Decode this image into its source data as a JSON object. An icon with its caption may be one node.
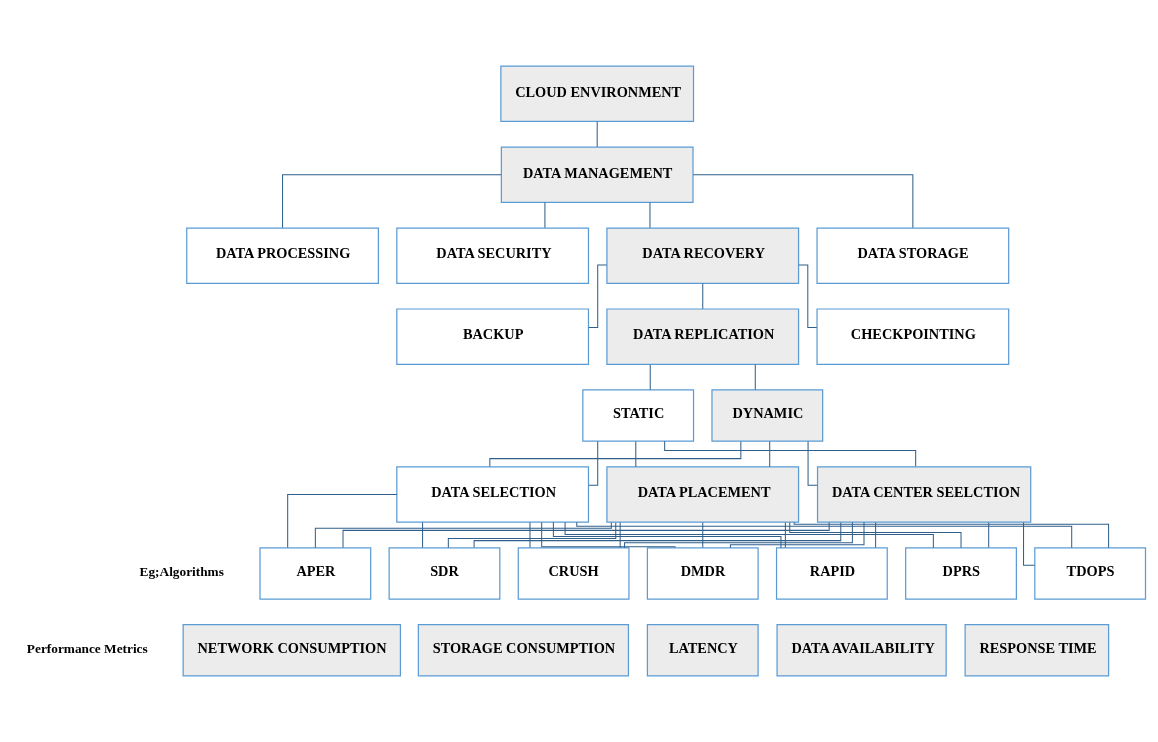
{
  "diagram": {
    "nodes": [
      {
        "text": [
          "CLOUD ENVIRONMENT"
        ]
      },
      {
        "text": [
          "DATA MANAGEMENT"
        ]
      },
      {
        "text": [
          "DATA PROCESSING"
        ]
      },
      {
        "text": [
          "DATA SECURITY"
        ]
      },
      {
        "text": [
          "DATA RECOVERY"
        ]
      },
      {
        "text": [
          "DATA STORAGE"
        ]
      },
      {
        "text": [
          "BACKUP"
        ]
      },
      {
        "text": [
          "DATA REPLICATION"
        ]
      },
      {
        "text": [
          "CHECKPOINTING"
        ]
      },
      {
        "text": [
          "STATIC"
        ]
      },
      {
        "text": [
          "DYNAMIC"
        ]
      },
      {
        "text": [
          "DATA SELECTION"
        ]
      },
      {
        "text": [
          "DATA PLACEMENT"
        ]
      },
      {
        "text": [
          "DATA CENTER SEELCTION"
        ]
      },
      {
        "text": [
          "APER"
        ]
      },
      {
        "text": [
          "SDR"
        ]
      },
      {
        "text": [
          "CRUSH"
        ]
      },
      {
        "text": [
          "DMDR"
        ]
      },
      {
        "text": [
          "RAPID"
        ]
      },
      {
        "text": [
          "DPRS"
        ]
      },
      {
        "text": [
          "TDOPS"
        ]
      },
      {
        "text": [
          "NETWORK CONSUMPTION"
        ]
      },
      {
        "text": [
          "STORAGE CONSUMPTION"
        ]
      },
      {
        "text": [
          "LATENCY"
        ]
      },
      {
        "text": [
          "DATA AVAILABILITY"
        ]
      },
      {
        "text": [
          "RESPONSE TIME"
        ]
      }
    ],
    "edges": [
      {
        "from": 0,
        "to": 1,
        "arrow": "none"
      },
      {
        "from": 1,
        "to": 2,
        "arrow": "none"
      },
      {
        "from": 1,
        "to": 3,
        "arrow": "none"
      },
      {
        "from": 1,
        "to": 4,
        "arrow": "none"
      },
      {
        "from": 1,
        "to": 5,
        "arrow": "none"
      },
      {
        "from": 4,
        "to": 6,
        "arrow": "none"
      },
      {
        "from": 4,
        "to": 7,
        "arrow": "none"
      },
      {
        "from": 4,
        "to": 8,
        "arrow": "none"
      },
      {
        "from": 7,
        "to": 9,
        "arrow": "none"
      },
      {
        "from": 7,
        "to": 10,
        "arrow": "none"
      },
      {
        "from": 9,
        "to": 11,
        "arrow": "none"
      },
      {
        "from": 9,
        "to": 12,
        "arrow": "none"
      },
      {
        "from": 9,
        "to": 13,
        "arrow": "none"
      },
      {
        "from": 10,
        "to": 11,
        "arrow": "none"
      },
      {
        "from": 10,
        "to": 12,
        "arrow": "none"
      },
      {
        "from": 10,
        "to": 13,
        "arrow": "none"
      },
      {
        "from": 11,
        "to": 14,
        "arrow": "none"
      },
      {
        "from": 11,
        "to": 15,
        "arrow": "none"
      },
      {
        "from": 11,
        "to": 16,
        "arrow": "none"
      },
      {
        "from": 11,
        "to": 17,
        "arrow": "none"
      },
      {
        "from": 11,
        "to": 18,
        "arrow": "none"
      },
      {
        "from": 11,
        "to": 19,
        "arrow": "none"
      },
      {
        "from": 11,
        "to": 20,
        "arrow": "none"
      },
      {
        "from": 12,
        "to": 14,
        "arrow": "none"
      },
      {
        "from": 12,
        "to": 15,
        "arrow": "none"
      },
      {
        "from": 12,
        "to": 16,
        "arrow": "none"
      },
      {
        "from": 12,
        "to": 17,
        "arrow": "none"
      },
      {
        "from": 12,
        "to": 18,
        "arrow": "none"
      },
      {
        "from": 12,
        "to": 19,
        "arrow": "none"
      },
      {
        "from": 12,
        "to": 20,
        "arrow": "none"
      },
      {
        "from": 13,
        "to": 14,
        "arrow": "none"
      },
      {
        "from": 13,
        "to": 15,
        "arrow": "none"
      },
      {
        "from": 13,
        "to": 16,
        "arrow": "none"
      },
      {
        "from": 13,
        "to": 17,
        "arrow": "none"
      },
      {
        "from": 13,
        "to": 18,
        "arrow": "none"
      },
      {
        "from": 13,
        "to": 19,
        "arrow": "none"
      },
      {
        "from": 13,
        "to": 20,
        "arrow": "none"
      }
    ],
    "labels": [
      "Eg;Algorithms",
      "Performance Metrics"
    ]
  }
}
